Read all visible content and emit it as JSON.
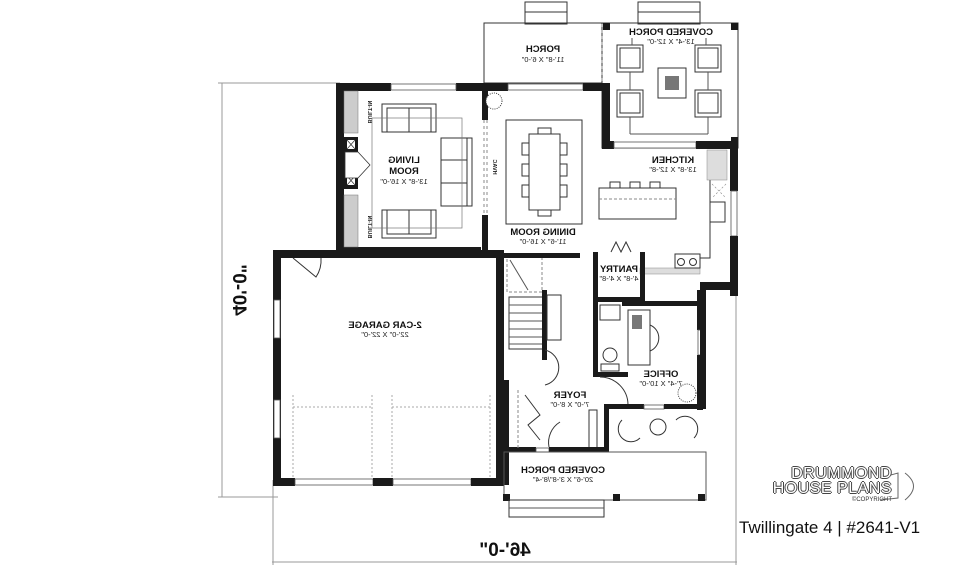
{
  "plan": {
    "name": "Twillingate 4 | #2641-V1",
    "orientation": "mirrored",
    "overall_width": "46'-0\"",
    "overall_depth": "40'-0\""
  },
  "rooms": {
    "porch": {
      "name": "PORCH",
      "dims": "11'-8\" X 6'-0\""
    },
    "covered_porch_rear": {
      "name": "COVERED PORCH",
      "dims": "13'-4\" X 12'-0\""
    },
    "living_room": {
      "name_line1": "LIVING",
      "name_line2": "ROOM",
      "dims": "13'-8\" X 16'-0\""
    },
    "dining_room": {
      "name": "DINING ROOM",
      "dims": "11'-6\" X 16'-0\""
    },
    "kitchen": {
      "name": "KITCHEN",
      "dims": "13'-8\" X 12'-8\""
    },
    "pantry": {
      "name": "PANTRY",
      "dims": "4'-8\" X 4'-8\""
    },
    "garage": {
      "name": "2-CAR GARAGE",
      "dims": "22'-0\" X 22'-0\""
    },
    "office": {
      "name": "OFFICE",
      "dims": "7'-4\" X 10'-0\""
    },
    "foyer": {
      "name": "FOYER",
      "dims": "7'-0\" X 8'-0\""
    },
    "covered_porch_front": {
      "name": "COVERED PORCH",
      "dims": "20'-6\" X 3'-8\"/8'-4\""
    }
  },
  "annotations": {
    "built_in_top": "BUILT-IN",
    "built_in_bottom": "BUILT-IN",
    "hvac": "HVAC"
  },
  "branding": {
    "line1": "DRUMMOND",
    "line2": "HOUSE PLANS",
    "copyright": "©COPYRIGHT"
  }
}
